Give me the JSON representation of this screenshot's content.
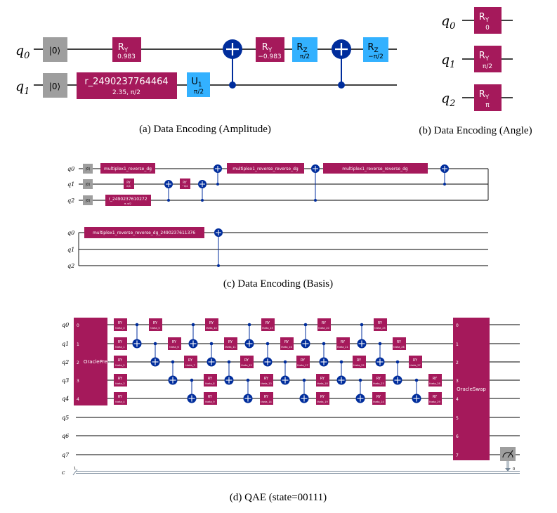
{
  "colors": {
    "gate": "#a5195b",
    "reset": "#9e9e9e",
    "rz": "#33b1ff",
    "u": "#33b1ff",
    "control": "#002d9c",
    "wire": "#000000",
    "classical": "#778899"
  },
  "captions": {
    "a": "(a) Data Encoding (Amplitude)",
    "b": "(b) Data Encoding (Angle)",
    "c": "(c) Data Encoding (Basis)",
    "d": "(d) QAE (state=00111)"
  },
  "panel_a": {
    "qubits": [
      "q",
      "q"
    ],
    "subs": [
      "0",
      "1"
    ],
    "reset": "|0⟩",
    "ry1": {
      "name": "R",
      "sub": "Y",
      "param": "0.983"
    },
    "r_gate": {
      "name": "r_2490237764464",
      "param": "2.35, π/2"
    },
    "u1": {
      "name": "U",
      "sub": "1",
      "param": "π/2"
    },
    "ry2": {
      "name": "R",
      "sub": "Y",
      "param": "−0.983"
    },
    "rz1": {
      "name": "R",
      "sub": "Z",
      "param": "π/2"
    },
    "rz2": {
      "name": "R",
      "sub": "Z",
      "param": "−π/2"
    }
  },
  "panel_b": {
    "qubits": [
      "q",
      "q",
      "q"
    ],
    "subs": [
      "0",
      "1",
      "2"
    ],
    "gates": [
      {
        "name": "R",
        "sub": "Y",
        "param": "0"
      },
      {
        "name": "R",
        "sub": "Y",
        "param": "π/2"
      },
      {
        "name": "R",
        "sub": "Y",
        "param": "π"
      }
    ]
  },
  "panel_c": {
    "qubits": [
      "q0",
      "q1",
      "q2"
    ],
    "reset": "|0⟩",
    "mux1": "multiplex1_reverse_dg",
    "ry_a": {
      "name": "RY",
      "param": "π/4"
    },
    "ry_b": {
      "name": "RY",
      "param": "−π/4"
    },
    "r_gate": {
      "name": "r_2490237610272",
      "param": "π, π/2"
    },
    "mux2": "multiplex1_reverse_reverse_dg",
    "mux3": "multiplex1_reverse_reverse_dg",
    "mux4": "multiplex1_reverse_reverse_dg_2490237611376"
  },
  "panel_d": {
    "qubits": [
      "q0",
      "q1",
      "q2",
      "q3",
      "q4",
      "q5",
      "q6",
      "q7",
      "c"
    ],
    "oracle_prep": "OracleP rep",
    "oracle_swap": "OracleSwap",
    "ports": [
      "0",
      "1",
      "2",
      "3",
      "4",
      "5",
      "6",
      "7"
    ],
    "ry": "RY",
    "thetas": [
      "theta_0",
      "theta_1",
      "theta_2",
      "theta_3",
      "theta_4",
      "theta_5",
      "theta_6",
      "theta_7",
      "theta_8",
      "theta_9",
      "theta_10",
      "theta_11",
      "theta_12",
      "theta_13",
      "theta_14",
      "theta_15",
      "theta_16",
      "theta_17",
      "theta_18",
      "theta_19",
      "theta_20",
      "theta_21",
      "theta_22",
      "theta_23",
      "theta_24",
      "theta_25",
      "theta_26",
      "theta_27",
      "theta_28",
      "theta_29"
    ],
    "classical_count": "1",
    "measure_index": "0"
  }
}
